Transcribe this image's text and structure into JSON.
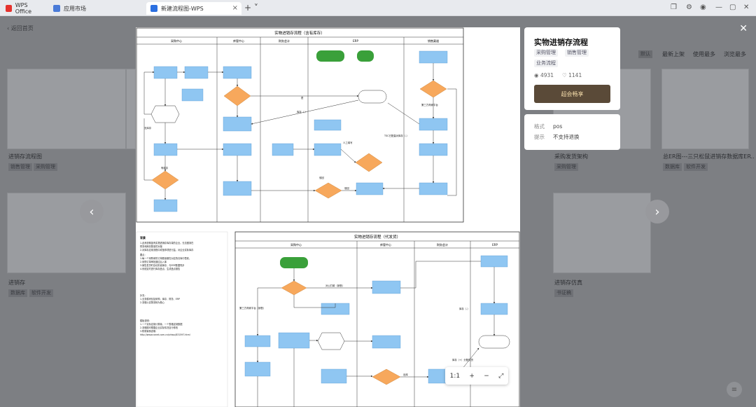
{
  "tabs": [
    {
      "label": "WPS Office",
      "icon": "wps-logo-icon"
    },
    {
      "label": "应用市场",
      "icon": "app-market-icon"
    },
    {
      "label": "新建流程图-WPS",
      "icon": "flowchart-icon"
    }
  ],
  "nav": {
    "back_label": "返回首页"
  },
  "bg_cards": [
    {
      "title": "进销存流程图",
      "tags": [
        "销售管理",
        "采购管理"
      ]
    },
    {
      "title": "采购发货架构",
      "tags": [
        "采购管理"
      ]
    },
    {
      "title": "总ER图---三只松鼠进销存数据库ER...",
      "tags": [
        "数据库",
        "软件开发"
      ]
    },
    {
      "title": "进销存",
      "tags": [
        "数据库",
        "软件开发"
      ]
    },
    {
      "title": "进销存仿真",
      "tags": [
        "书证稿"
      ]
    }
  ],
  "sort_options": [
    "默认",
    "最新上架",
    "使用最多",
    "浏览最多"
  ],
  "doc": {
    "title1": "实物进销存流程（含有库存）",
    "lanes1": [
      "采购中心",
      "库管中心",
      "财务会计",
      "ERP",
      "销售渠道"
    ],
    "title2": "实物进销存流程（代发货）",
    "lanes2": [
      "采购中心",
      "库管中心",
      "财务会计",
      "ERP"
    ],
    "notes_head": "背景",
    "notes": [
      "1.此系统覆盖有实物进销存库存量的企业。无法做到在",
      "财务和库存数量的对接",
      "2.对库存应用流程中成指事项进行监，对企业实际库存",
      "",
      "要点：",
      "1.每一个采购单的订单数量都在对应的仓库中签收，",
      "2.采购订单审批通过后入库",
      "3.销售发货时自动扣减库存，与ERP数据同步",
      "4.系统定时进行库存盘点，生成盘点报告",
      "",
      "补充：",
      "1.业务模块包括采购、库存、财务、ERP",
      "2.流程以实物流转为核心",
      "",
      "模板说明：",
      "1.一个实际定制计算量，一个表格定制数据",
      "2.流程图可根据企业实际情况自行修改",
      "3.附带案例说明：",
      "http://www.canet.com.cn/shiwu/831597.html"
    ]
  },
  "info": {
    "title": "实物进销存流程",
    "tags": [
      "采购管理",
      "销售管理",
      "业务流程"
    ],
    "views": "4931",
    "likes": "1141",
    "buy_label": "超会畅享",
    "format_label": "格式",
    "format_value": "pos",
    "hint_label": "提示",
    "hint_value": "不支持退换"
  },
  "zoom": {
    "fit": "1:1",
    "in": "+",
    "out": "−",
    "full": "⤢"
  }
}
